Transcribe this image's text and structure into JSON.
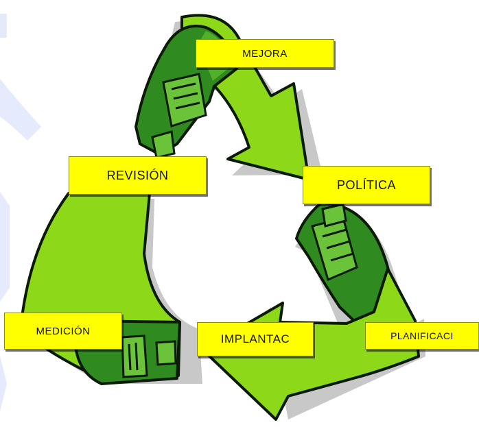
{
  "diagram": {
    "labels": {
      "mejora": "MEJORA",
      "politica": "POLÍTICA",
      "revision": "REVISIÓN",
      "medicion": "MEDICIÓN",
      "implantac": "IMPLANTAC",
      "planificaci": "PLANIFICACI"
    },
    "colors": {
      "arrow_light": "#8ed81a",
      "arrow_dark": "#2f8a1f",
      "outline": "#0c1a08",
      "shadow": "#c8c8c8",
      "label_fill": "#ffff00",
      "left_glow": "#dfe6fb"
    },
    "icons": [
      "recycle-arrows-icon",
      "document-icon"
    ]
  }
}
